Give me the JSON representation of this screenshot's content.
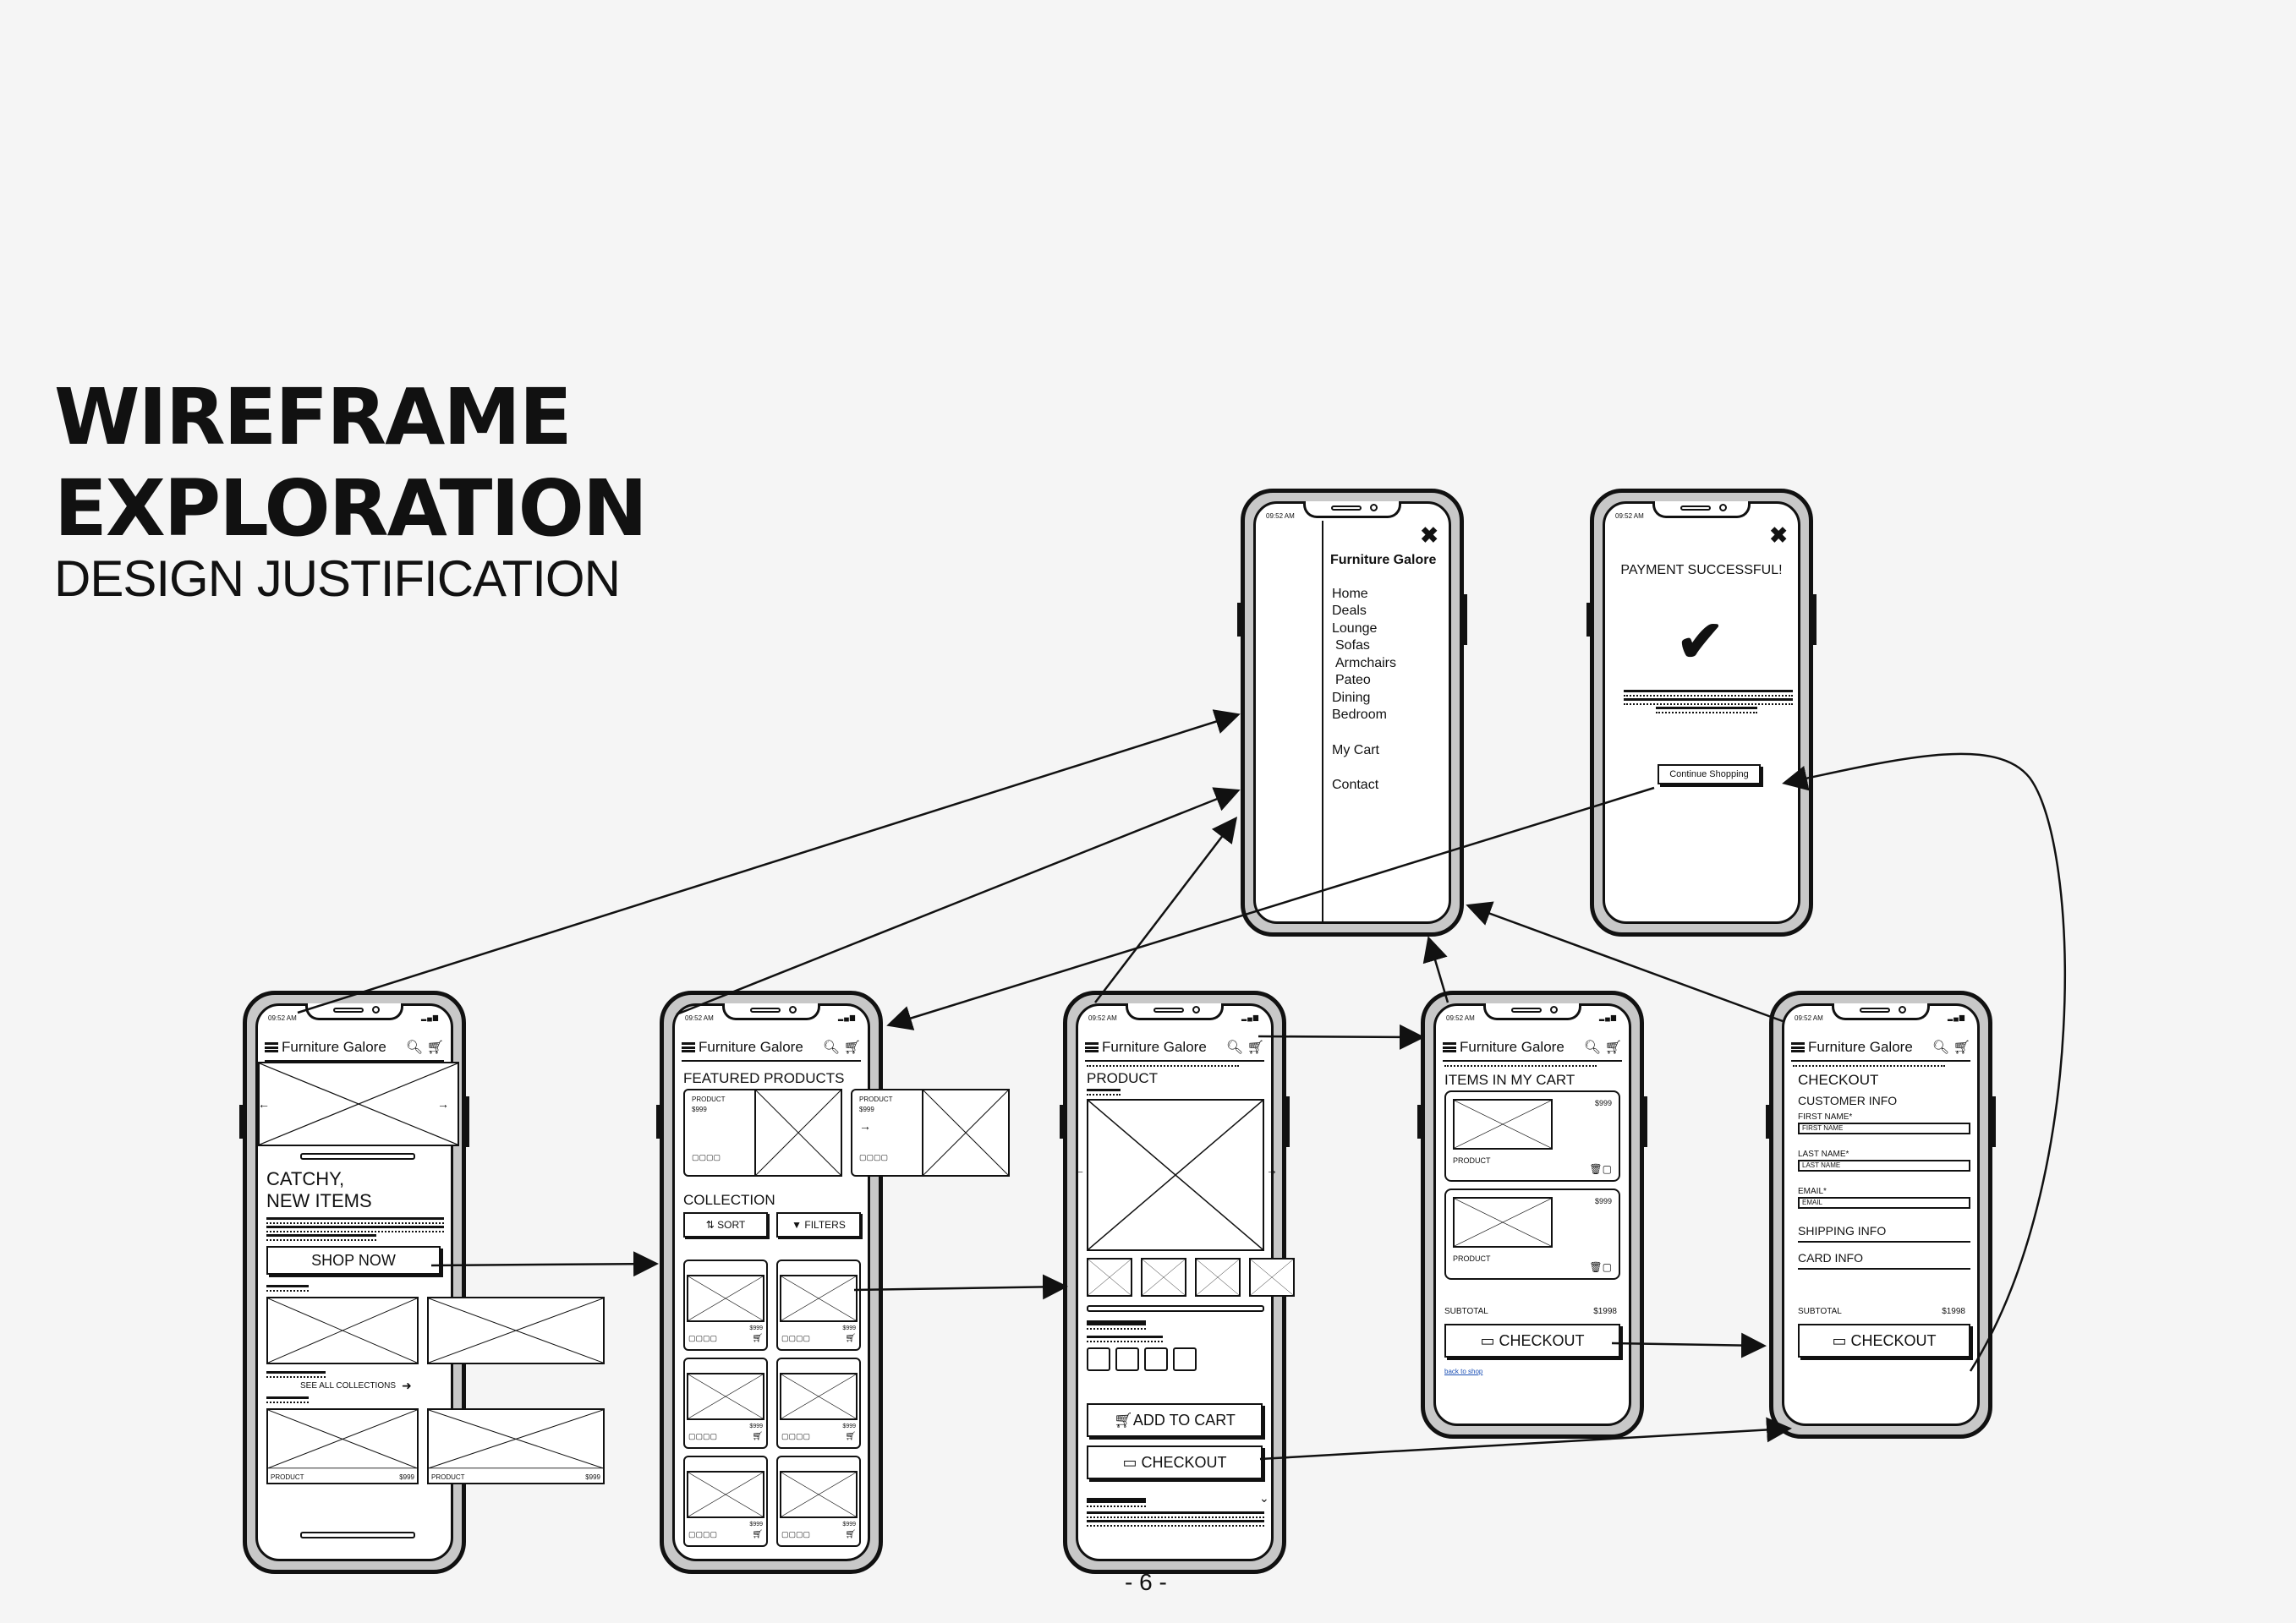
{
  "title": {
    "line1": "WIREFRAME",
    "line2": "EXPLORATION",
    "line3": "DESIGN JUSTIFICATION"
  },
  "page_number": "- 6 -",
  "status_time": "09:52 AM",
  "brand": "Furniture Galore",
  "menu": {
    "brand": "Furniture Galore",
    "items": [
      "Home",
      "Deals",
      "Lounge",
      "Sofas",
      "Armchairs",
      "Pateo",
      "Dining",
      "Bedroom"
    ],
    "cart": "My Cart",
    "contact": "Contact"
  },
  "success": {
    "heading": "PAYMENT SUCCESSFUL!",
    "button": "Continue Shopping"
  },
  "home": {
    "hero": [
      "CATCHY,",
      "NEW ITEMS"
    ],
    "shop_now": "SHOP NOW",
    "see_all": "SEE ALL COLLECTIONS",
    "product_label": "PRODUCT",
    "price": "$999"
  },
  "listing": {
    "featured": "FEATURED PRODUCTS",
    "collection": "COLLECTION",
    "sort": "SORT",
    "filters": "FILTERS",
    "product_label": "PRODUCT",
    "price": "$999"
  },
  "product": {
    "heading": "PRODUCT",
    "add_to_cart": "ADD TO CART",
    "checkout": "CHECKOUT"
  },
  "cart": {
    "heading": "ITEMS IN MY CART",
    "product_label": "PRODUCT",
    "price": "$999",
    "subtotal_label": "SUBTOTAL",
    "subtotal": "$1998",
    "checkout": "CHECKOUT",
    "back": "back to shop"
  },
  "checkout": {
    "heading": "CHECKOUT",
    "customer_info": "CUSTOMER INFO",
    "first_label": "FIRST NAME*",
    "first_ph": "FIRST NAME",
    "last_label": "LAST NAME*",
    "last_ph": "LAST NAME",
    "email_label": "EMAIL*",
    "email_ph": "EMAIL",
    "shipping": "SHIPPING INFO",
    "card": "CARD INFO",
    "subtotal_label": "SUBTOTAL",
    "subtotal": "$1998",
    "checkout": "CHECKOUT"
  }
}
